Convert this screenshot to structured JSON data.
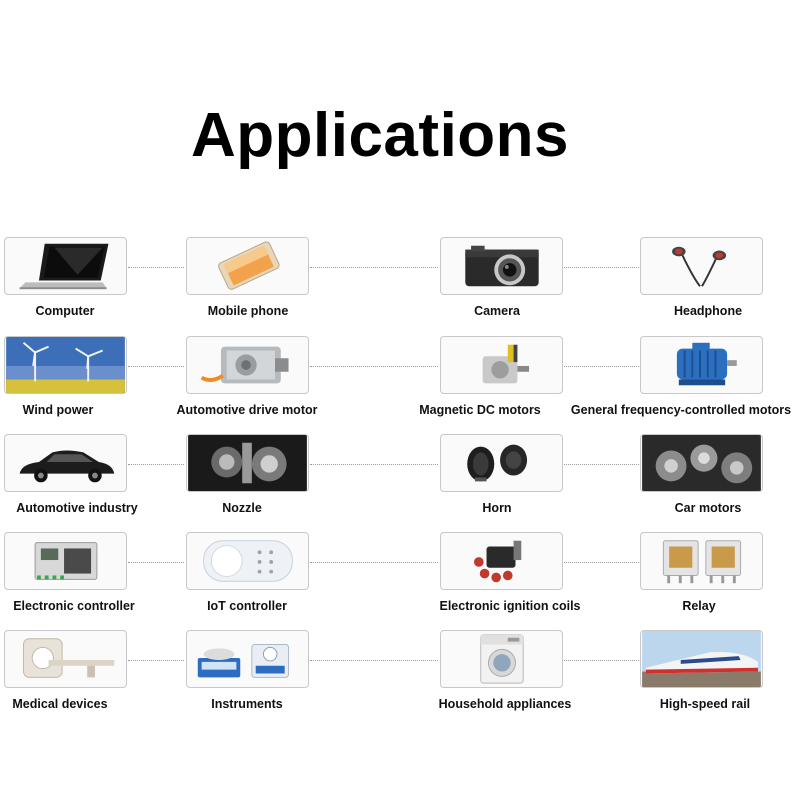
{
  "title": "Applications",
  "rows": [
    [
      {
        "label": "Computer",
        "icon": "laptop-icon"
      },
      {
        "label": "Mobile phone",
        "icon": "smartphone-icon"
      },
      {
        "label": "Camera",
        "icon": "camera-icon"
      },
      {
        "label": "Headphone",
        "icon": "earphones-icon"
      }
    ],
    [
      {
        "label": "Wind power",
        "icon": "wind-turbine-icon"
      },
      {
        "label": "Automotive drive motor",
        "icon": "drive-motor-icon"
      },
      {
        "label": "Magnetic DC motors",
        "icon": "dc-motor-icon"
      },
      {
        "label": "General frequency-controlled motors",
        "icon": "electric-motor-icon"
      }
    ],
    [
      {
        "label": "Automotive industry",
        "icon": "car-icon"
      },
      {
        "label": "Nozzle",
        "icon": "engine-nozzle-icon"
      },
      {
        "label": "Horn",
        "icon": "horn-icon"
      },
      {
        "label": "Car motors",
        "icon": "car-engine-icon"
      }
    ],
    [
      {
        "label": "Electronic controller",
        "icon": "controller-module-icon"
      },
      {
        "label": "IoT controller",
        "icon": "iot-panel-icon"
      },
      {
        "label": "Electronic ignition coils",
        "icon": "ignition-coil-icon"
      },
      {
        "label": "Relay",
        "icon": "relay-icon"
      }
    ],
    [
      {
        "label": "Medical devices",
        "icon": "ct-scanner-icon"
      },
      {
        "label": "Instruments",
        "icon": "instrument-meter-icon"
      },
      {
        "label": "Household appliances",
        "icon": "washing-machine-icon"
      },
      {
        "label": "High-speed rail",
        "icon": "bullet-train-icon"
      }
    ]
  ]
}
